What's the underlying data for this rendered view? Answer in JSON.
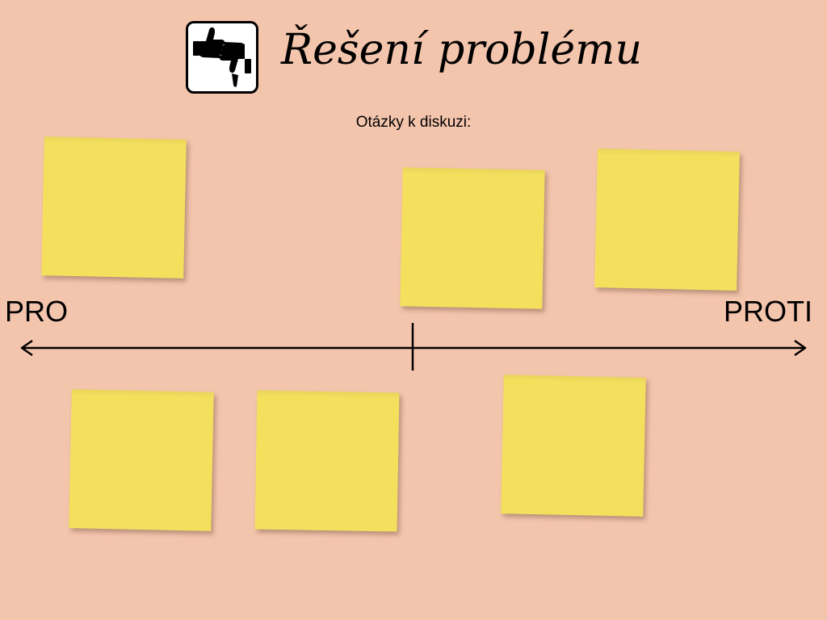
{
  "header": {
    "icon": "thumbs-up-down-icon",
    "title": "Řešení problému",
    "subtitle": "Otázky k diskuzi:"
  },
  "axis": {
    "left_label": "PRO",
    "right_label": "PROTI"
  },
  "sticky_notes": [
    {
      "text": ""
    },
    {
      "text": ""
    },
    {
      "text": ""
    },
    {
      "text": ""
    },
    {
      "text": ""
    },
    {
      "text": ""
    }
  ],
  "colors": {
    "background": "#f4c5ad",
    "sticky_note": "#f5e05e",
    "line": "#000000"
  }
}
